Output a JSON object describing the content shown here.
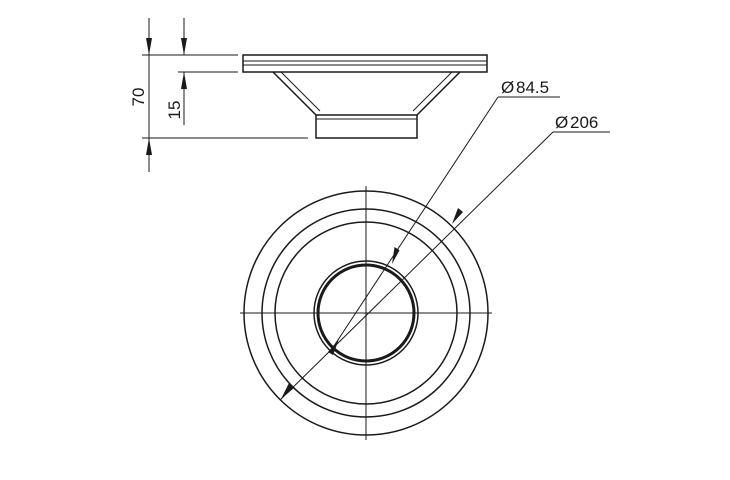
{
  "side_view": {
    "dimensions": {
      "overall_height": "70",
      "flange_thickness": "15"
    }
  },
  "top_view": {
    "dimensions": {
      "inner_diameter_symbol": "Ø",
      "inner_diameter": "84.5",
      "outer_diameter_symbol": "Ø",
      "outer_diameter": "206"
    }
  },
  "colors": {
    "line": "#1a1a1a",
    "background": "#ffffff"
  }
}
